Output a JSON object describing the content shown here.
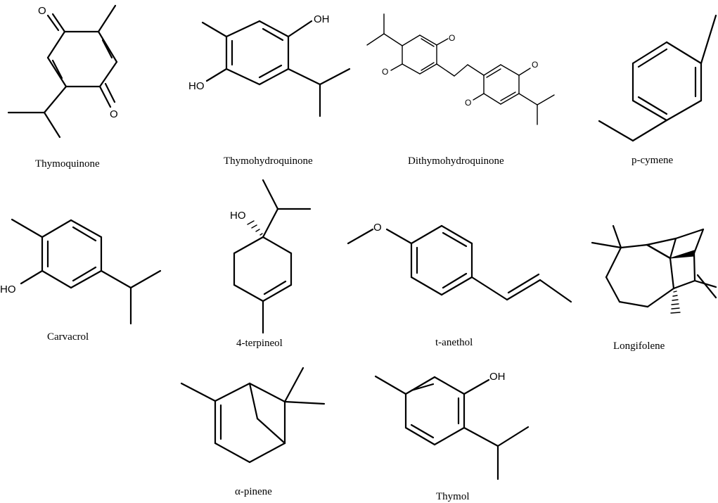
{
  "compounds": [
    {
      "name": "Thymoquinone",
      "atoms": [
        "O",
        "O"
      ]
    },
    {
      "name": "Thymohydroquinone",
      "atoms": [
        "OH",
        "HO"
      ]
    },
    {
      "name": "Dithymohydroquinone",
      "atoms": [
        "O",
        "O",
        "O",
        "O"
      ]
    },
    {
      "name": "p-cymene"
    },
    {
      "name": "Carvacrol",
      "atoms": [
        "HO"
      ]
    },
    {
      "name": "4-terpineol",
      "atoms": [
        "HO"
      ]
    },
    {
      "name": "t-anethol",
      "atoms": [
        "O"
      ]
    },
    {
      "name": "Longifolene"
    },
    {
      "name": "α-pinene"
    },
    {
      "name": "Thymol",
      "atoms": [
        "OH"
      ]
    }
  ]
}
